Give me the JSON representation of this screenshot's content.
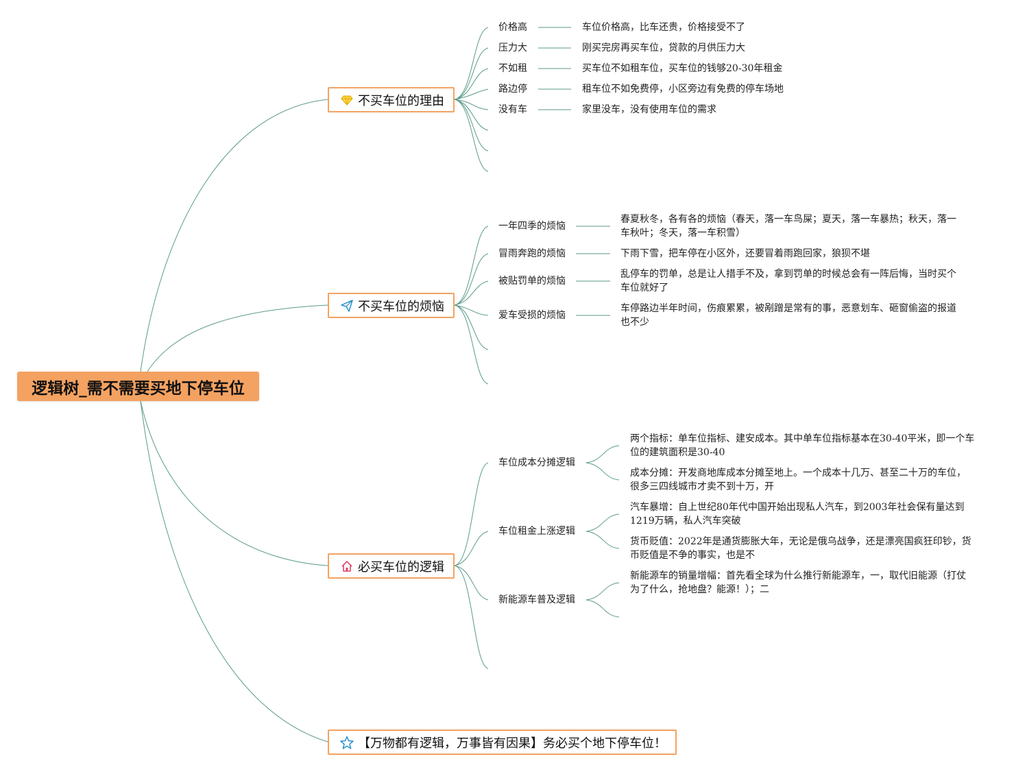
{
  "root": {
    "label": "逻辑树_需不需要买地下停车位"
  },
  "branches": [
    {
      "label": "不买车位的理由",
      "icon": "diamond-icon",
      "items": [
        {
          "label": "价格高",
          "detail": "车位价格高，比车还贵，价格接受不了"
        },
        {
          "label": "压力大",
          "detail": "刚买完房再买车位，贷款的月供压力大"
        },
        {
          "label": "不如租",
          "detail": "买车位不如租车位，买车位的钱够20-30年租金"
        },
        {
          "label": "路边停",
          "detail": "租车位不如免费停，小区旁边有免费的停车场地"
        },
        {
          "label": "没有车",
          "detail": "家里没车，没有使用车位的需求"
        }
      ]
    },
    {
      "label": "不买车位的烦恼",
      "icon": "paper-plane-icon",
      "items": [
        {
          "label": "一年四季的烦恼",
          "detail_lines": [
            "春夏秋冬，各有各的烦恼（春天，落一车鸟屎；夏天，落一车暴热；秋天，落一",
            "车秋叶；冬天，落一车积雪）"
          ]
        },
        {
          "label": "冒雨奔跑的烦恼",
          "detail_lines": [
            "下雨下雪，把车停在小区外，还要冒着雨跑回家，狼狈不堪"
          ]
        },
        {
          "label": "被贴罚单的烦恼",
          "detail_lines": [
            "乱停车的罚单，总是让人措手不及，拿到罚单的时候总会有一阵后悔，当时买个",
            "车位就好了"
          ]
        },
        {
          "label": "爱车受损的烦恼",
          "detail_lines": [
            "车停路边半年时间，伤痕累累，被剐蹭是常有的事，恶意划车、砸窗偷盗的报道",
            "也不少"
          ]
        }
      ]
    },
    {
      "label": "必买车位的逻辑",
      "icon": "home-icon",
      "items": [
        {
          "label": "车位成本分摊逻辑",
          "details": [
            [
              "两个指标：单车位指标、建安成本。其中单车位指标基本在30-40平米，即一个车",
              "位的建筑面积是30-40"
            ],
            [
              "成本分摊：开发商地库成本分摊至地上。一个成本十几万、甚至二十万的车位，",
              "很多三四线城市才卖不到十万，开"
            ]
          ]
        },
        {
          "label": "车位租金上涨逻辑",
          "details": [
            [
              "汽车暴增：自上世纪80年代中国开始出现私人汽车，到2003年社会保有量达到",
              "1219万辆，私人汽车突破"
            ],
            [
              "货币贬值：2022年是通货膨胀大年，无论是俄乌战争，还是漂亮国疯狂印钞，货",
              "币贬值是不争的事实，也是不"
            ]
          ]
        },
        {
          "label": "新能源车普及逻辑",
          "details": [
            [
              "新能源车的销量增幅：首先看全球为什么推行新能源车，一，取代旧能源（打仗",
              "为了什么，抢地盘？能源！）；二"
            ]
          ]
        }
      ]
    },
    {
      "label": "【万物都有逻辑，万事皆有因果】务必买个地下停车位！",
      "icon": "star-icon"
    }
  ],
  "colors": {
    "accent": "#f4a261",
    "line": "#5a9a8a",
    "text": "#222222"
  }
}
